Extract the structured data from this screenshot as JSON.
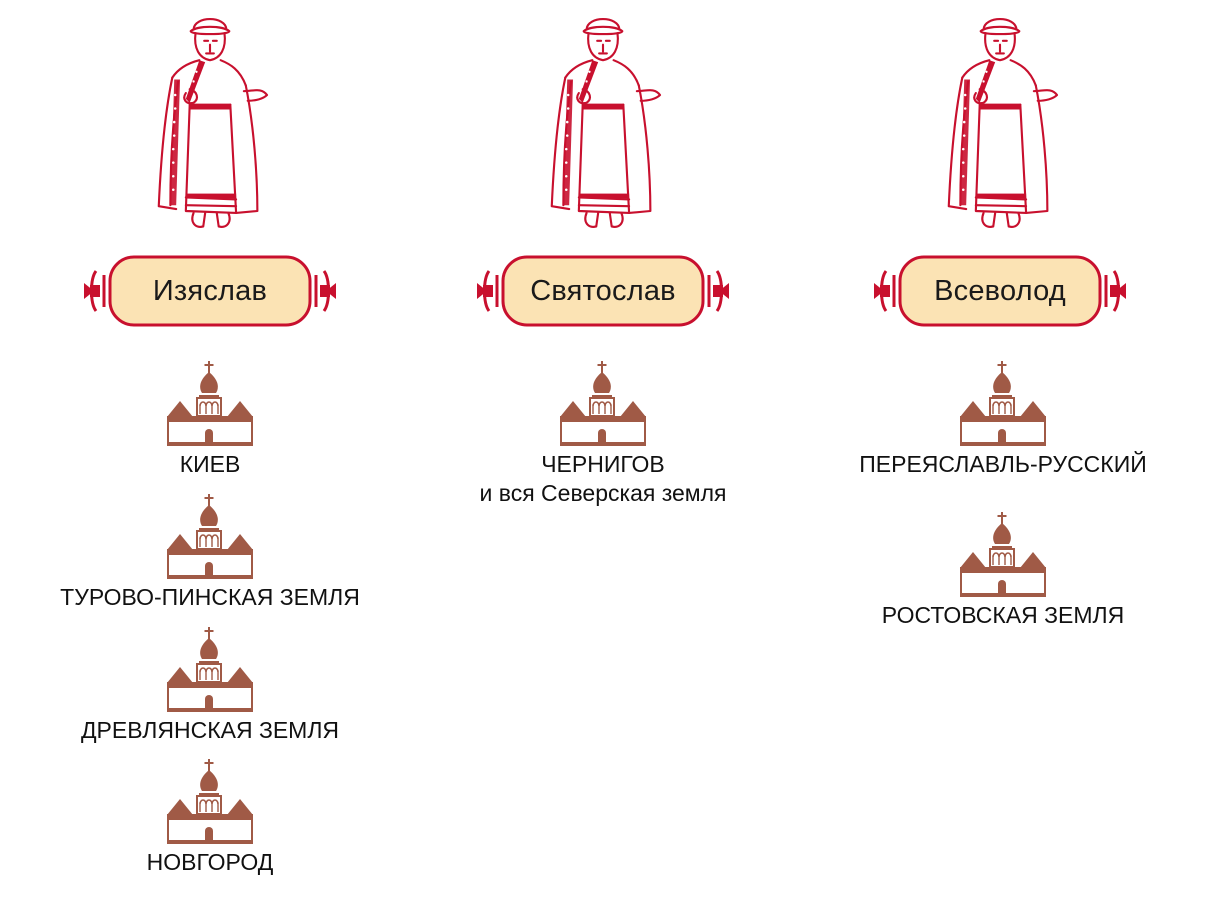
{
  "princes": [
    {
      "name": "Изяслав",
      "lands": [
        {
          "label": "КИЕВ"
        },
        {
          "label": "ТУРОВО-ПИНСКАЯ ЗЕМЛЯ"
        },
        {
          "label": "ДРЕВЛЯНСКАЯ ЗЕМЛЯ"
        },
        {
          "label": "НОВГОРОД"
        }
      ]
    },
    {
      "name": "Святослав",
      "lands": [
        {
          "label": "ЧЕРНИГОВ",
          "sub": "и вся Северская земля"
        }
      ]
    },
    {
      "name": "Всеволод",
      "lands": [
        {
          "label": "ПЕРЕЯСЛАВЛЬ-РУССКИЙ"
        },
        {
          "label": "РОСТОВСКАЯ ЗЕМЛЯ"
        }
      ]
    }
  ],
  "colors": {
    "figure_red": "#c8102e",
    "cartouche_fill": "#fbe3b4",
    "cartouche_border": "#c8102e",
    "church_brown": "#a05a46"
  },
  "icons": {
    "prince": "prince-figure-icon",
    "town": "church-fortress-icon"
  }
}
